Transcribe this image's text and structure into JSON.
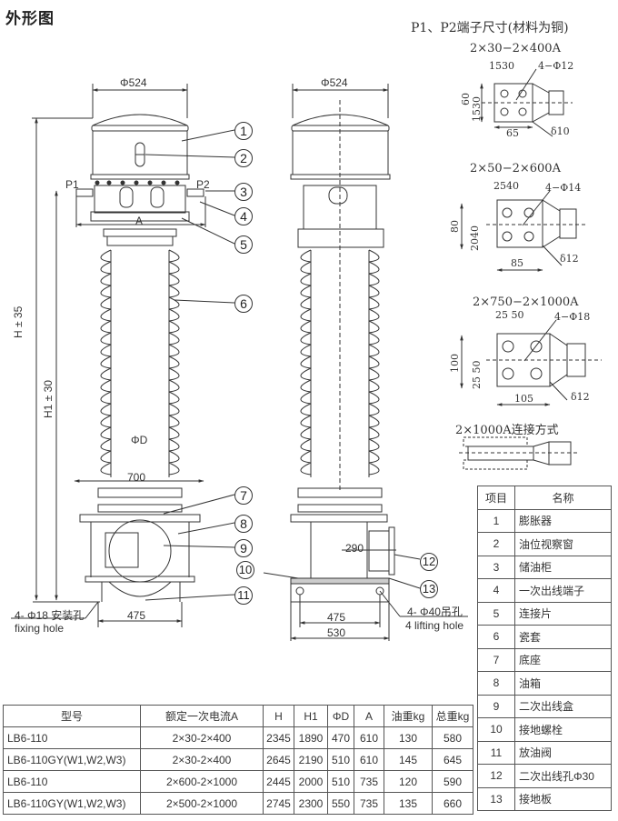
{
  "page": {
    "title": "外形图"
  },
  "front_view": {
    "top_dim": "Φ524",
    "labels": {
      "p1": "P1",
      "p2": "P2",
      "a": "A",
      "phi_d": "ΦD"
    },
    "height_dims": {
      "h": "H ± 35",
      "h1": "H1 ± 30"
    },
    "base_width_dim": "700",
    "foot_spacing_dim": "475",
    "fixing_hole_cn": "4- Φ18 安装孔",
    "fixing_hole_en": "fixing hole"
  },
  "side_view": {
    "top_dim": "Φ524",
    "box_dim": "290",
    "hole_spacing_dim": "475",
    "base_width_dim": "530",
    "lifting_hole_cn": "4- Φ40吊孔",
    "lifting_hole_en": "4 lifting hole"
  },
  "callouts": [
    "1",
    "2",
    "3",
    "4",
    "5",
    "6",
    "7",
    "8",
    "9",
    "10",
    "11",
    "12",
    "13"
  ],
  "terminals": {
    "title": "P1、P2端子尺寸(材料为铜)",
    "details": [
      {
        "rating": "2×30−2×400A",
        "pitch_top": "1530",
        "hole": "4−Φ12",
        "height": "60",
        "pitch_side": "1530",
        "width": "65",
        "thickness": "δ10"
      },
      {
        "rating": "2×50−2×600A",
        "pitch_top": "2540",
        "hole": "4−Φ14",
        "height": "80",
        "pitch_side": "2040",
        "width": "85",
        "thickness": "δ12"
      },
      {
        "rating": "2×750−2×1000A",
        "pitch_top": "25 50",
        "hole": "4−Φ18",
        "height": "100",
        "pitch_side": "25 50",
        "width": "105",
        "thickness": "δ12"
      }
    ],
    "connection_title": "2×1000A连接方式"
  },
  "parts_table": {
    "headers": [
      "项目",
      "名称"
    ],
    "rows": [
      [
        "1",
        "膨胀器"
      ],
      [
        "2",
        "油位视察窗"
      ],
      [
        "3",
        "储油柜"
      ],
      [
        "4",
        "一次出线端子"
      ],
      [
        "5",
        "连接片"
      ],
      [
        "6",
        "瓷套"
      ],
      [
        "7",
        "底座"
      ],
      [
        "8",
        "油箱"
      ],
      [
        "9",
        "二次出线盒"
      ],
      [
        "10",
        "接地螺栓"
      ],
      [
        "11",
        "放油阀"
      ],
      [
        "12",
        "二次出线孔Φ30"
      ],
      [
        "13",
        "接地板"
      ]
    ]
  },
  "spec_table": {
    "headers": [
      "型号",
      "额定一次电流A",
      "H",
      "H1",
      "ΦD",
      "A",
      "油重kg",
      "总重kg"
    ],
    "rows": [
      [
        "LB6-110",
        "2×30-2×400",
        "2345",
        "1890",
        "470",
        "610",
        "130",
        "580"
      ],
      [
        "LB6-110GY(W1,W2,W3)",
        "2×30-2×400",
        "2645",
        "2190",
        "510",
        "610",
        "145",
        "645"
      ],
      [
        "LB6-110",
        "2×600-2×1000",
        "2445",
        "2000",
        "510",
        "735",
        "120",
        "590"
      ],
      [
        "LB6-110GY(W1,W2,W3)",
        "2×500-2×1000",
        "2745",
        "2300",
        "550",
        "735",
        "135",
        "660"
      ]
    ]
  }
}
